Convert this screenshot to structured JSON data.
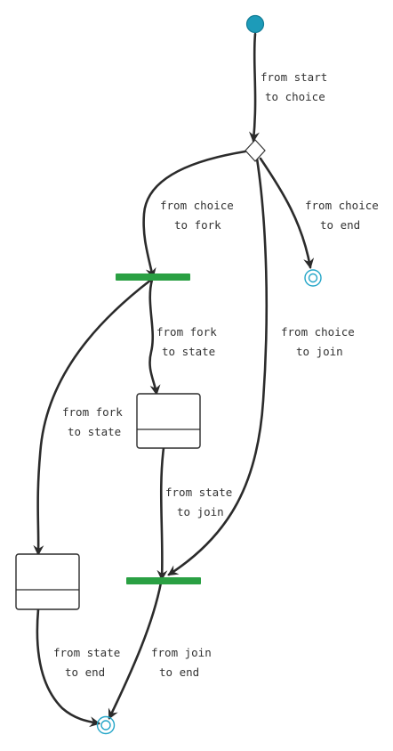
{
  "colors": {
    "start_node": "#1d9bb9",
    "end_node": "#25a6c8",
    "fork_join_bar": "#2aa043",
    "edge": "#2b2b2b",
    "background": "#ffffff"
  },
  "nodes": [
    {
      "id": "start",
      "kind": "initial"
    },
    {
      "id": "choice",
      "kind": "choice"
    },
    {
      "id": "fork",
      "kind": "fork"
    },
    {
      "id": "state_a",
      "kind": "state"
    },
    {
      "id": "state_b",
      "kind": "state"
    },
    {
      "id": "join",
      "kind": "join"
    },
    {
      "id": "end_choice",
      "kind": "final"
    },
    {
      "id": "end_main",
      "kind": "final"
    }
  ],
  "edges": [
    {
      "id": "e1",
      "from": "start",
      "to": "choice",
      "label": [
        "from start",
        "to choice"
      ]
    },
    {
      "id": "e2",
      "from": "choice",
      "to": "fork",
      "label": [
        "from choice",
        "to fork"
      ]
    },
    {
      "id": "e3",
      "from": "choice",
      "to": "end_choice",
      "label": [
        "from choice",
        "to end"
      ]
    },
    {
      "id": "e4",
      "from": "fork",
      "to": "state_a",
      "label": [
        "from fork",
        "to state"
      ]
    },
    {
      "id": "e5",
      "from": "choice",
      "to": "join",
      "label": [
        "from choice",
        "to join"
      ]
    },
    {
      "id": "e6",
      "from": "fork",
      "to": "state_b",
      "label": [
        "from fork",
        "to state"
      ]
    },
    {
      "id": "e7",
      "from": "state_a",
      "to": "join",
      "label": [
        "from state",
        "to join"
      ]
    },
    {
      "id": "e8",
      "from": "state_b",
      "to": "end_main",
      "label": [
        "from state",
        "to end"
      ]
    },
    {
      "id": "e9",
      "from": "join",
      "to": "end_main",
      "label": [
        "from join",
        "to end"
      ]
    }
  ]
}
